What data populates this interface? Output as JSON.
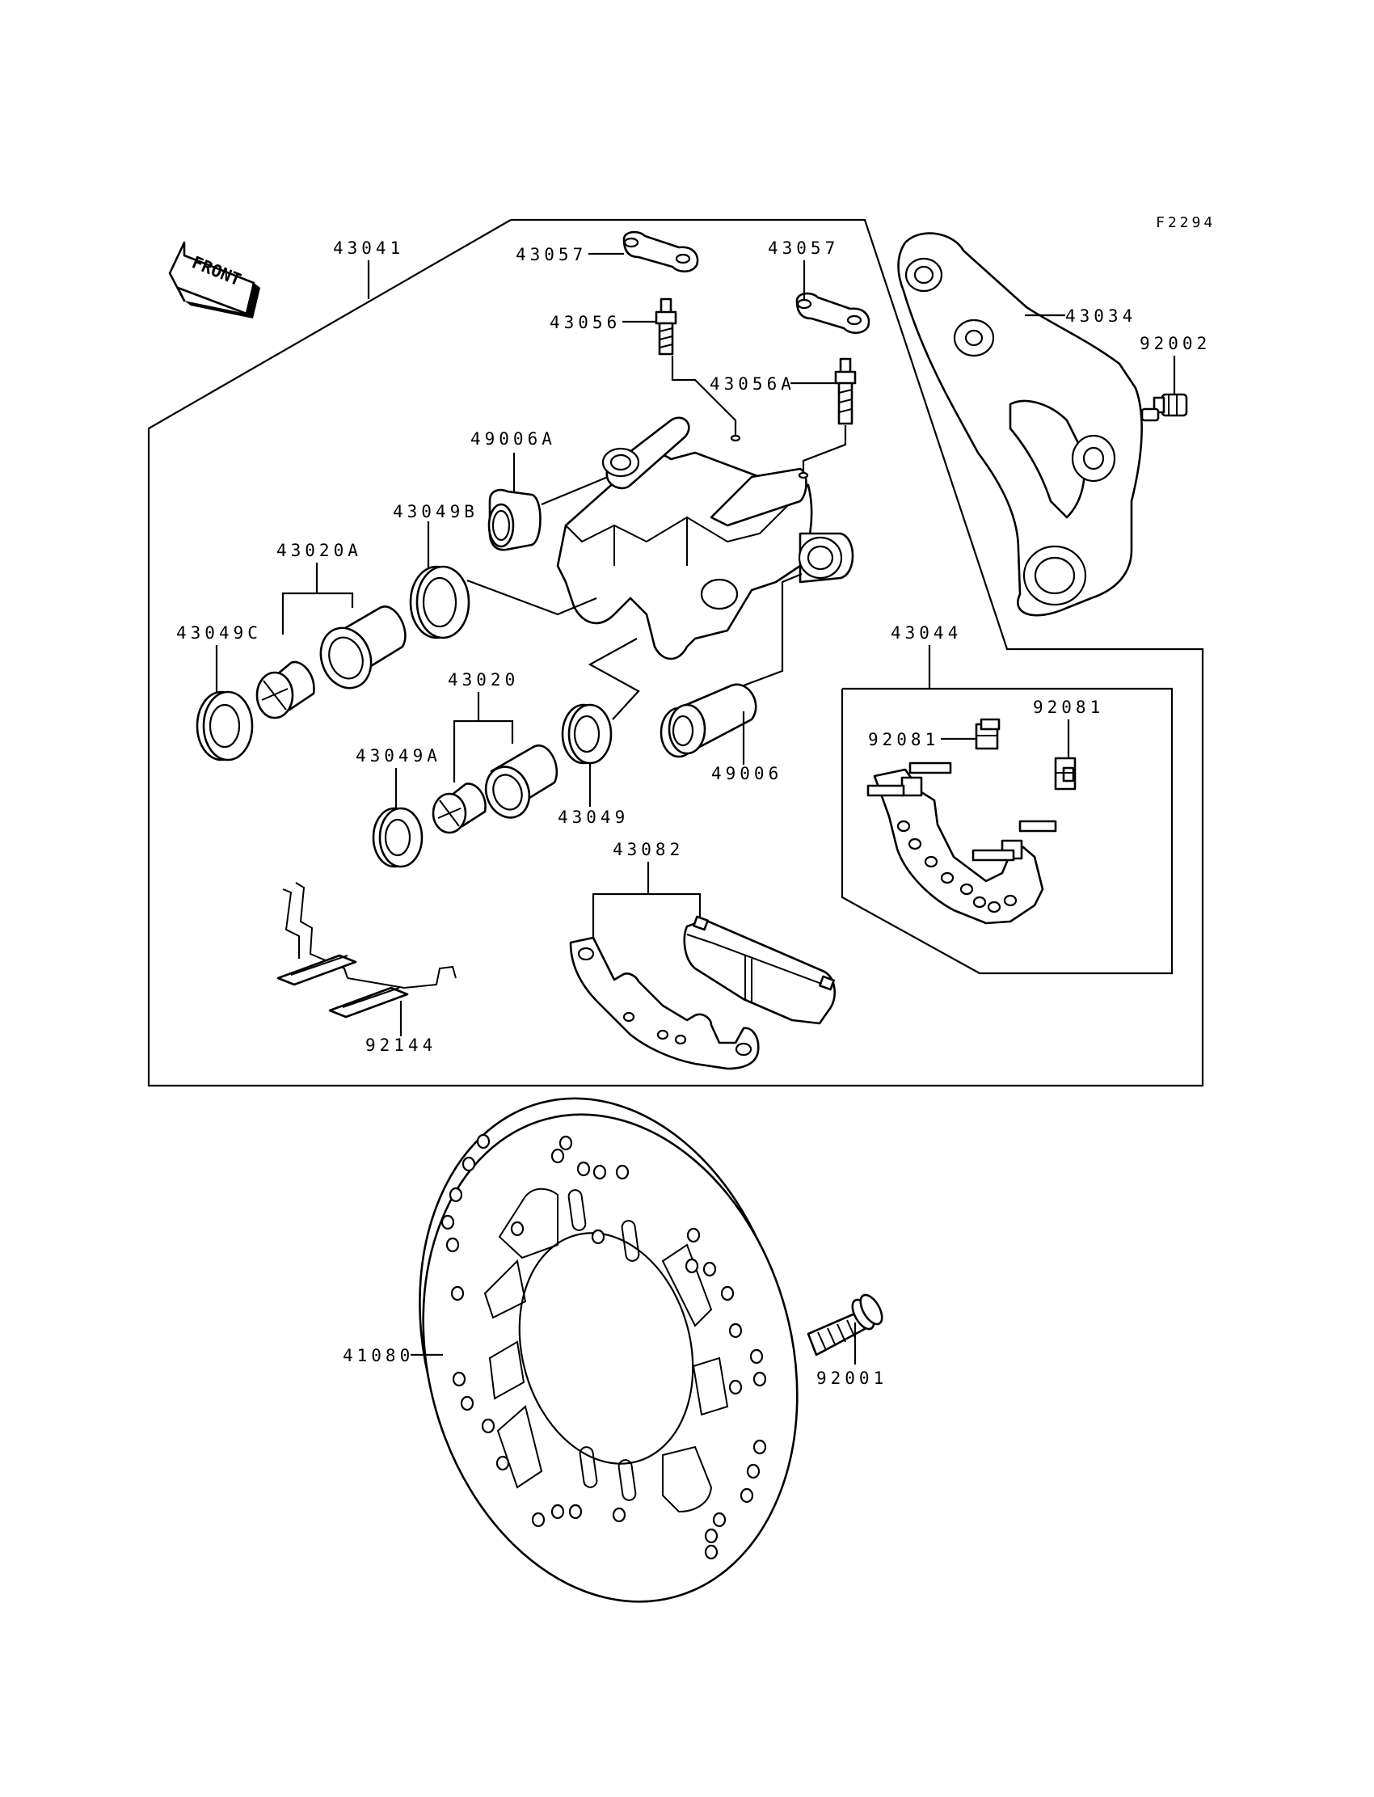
{
  "figure_code": "F2294",
  "front_label": "FRONT",
  "parts": {
    "p43041": "43041",
    "p43057a": "43057",
    "p43057b": "43057",
    "p43056": "43056",
    "p43056A": "43056A",
    "p43034": "43034",
    "p92002": "92002",
    "p49006A": "49006A",
    "p43049B": "43049B",
    "p43020A": "43020A",
    "p43049C": "43049C",
    "p43020": "43020",
    "p43049A": "43049A",
    "p43049": "43049",
    "p49006": "49006",
    "p43044": "43044",
    "p92081a": "92081",
    "p92081b": "92081",
    "p43082": "43082",
    "p92144": "92144",
    "p41080": "41080",
    "p92001": "92001"
  }
}
